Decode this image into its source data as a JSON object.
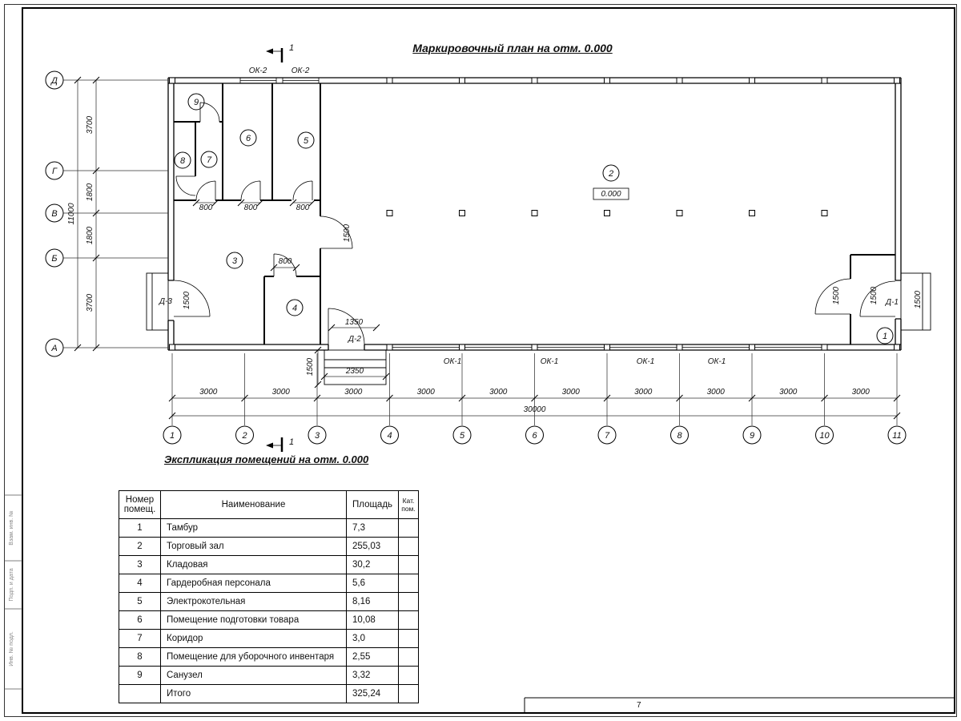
{
  "sheet": {
    "title": "Маркировочный план на отм. 0.000",
    "explication_title": "Экспликация помещений на отм. 0.000",
    "page_number": "7"
  },
  "plan": {
    "axes": {
      "rows": [
        "Д",
        "Г",
        "В",
        "Б",
        "А"
      ],
      "cols": [
        "1",
        "2",
        "3",
        "4",
        "5",
        "6",
        "7",
        "8",
        "9",
        "10",
        "11"
      ]
    },
    "dims": {
      "total_height": "11000",
      "row_segments": [
        "3700",
        "1800",
        "1800",
        "3700"
      ],
      "col_segment": "3000",
      "total_width": "30000",
      "d800": "800",
      "d1500": "1500",
      "d1350": "1350",
      "d2350": "2350"
    },
    "labels": {
      "window_ok2": "ОК-2",
      "window_ok1": "ОК-1",
      "door_d1": "Д-1",
      "door_d2": "Д-2",
      "door_d3": "Д-3",
      "elevation": "0.000",
      "section_mark": "1"
    },
    "rooms": [
      "1",
      "2",
      "3",
      "4",
      "5",
      "6",
      "7",
      "8",
      "9"
    ]
  },
  "stamp": {
    "left_labels": [
      "Взам. инв. №",
      "Подп. и дата",
      "Инв. № подл."
    ]
  },
  "table": {
    "headers": {
      "num": "Номер помещ.",
      "name": "Наименование",
      "area": "Площадь",
      "cat": "Кат. пом."
    },
    "rows": [
      {
        "num": "1",
        "name": "Тамбур",
        "area": "7,3",
        "cat": ""
      },
      {
        "num": "2",
        "name": "Торговый зал",
        "area": "255,03",
        "cat": ""
      },
      {
        "num": "3",
        "name": "Кладовая",
        "area": "30,2",
        "cat": ""
      },
      {
        "num": "4",
        "name": "Гардеробная персонала",
        "area": "5,6",
        "cat": ""
      },
      {
        "num": "5",
        "name": "Электрокотельная",
        "area": "8,16",
        "cat": ""
      },
      {
        "num": "6",
        "name": "Помещение подготовки товара",
        "area": "10,08",
        "cat": ""
      },
      {
        "num": "7",
        "name": "Коридор",
        "area": "3,0",
        "cat": ""
      },
      {
        "num": "8",
        "name": "Помещение для уборочного инвентаря",
        "area": "2,55",
        "cat": ""
      },
      {
        "num": "9",
        "name": "Санузел",
        "area": "3,32",
        "cat": ""
      },
      {
        "num": "",
        "name": "Итого",
        "area": "325,24",
        "cat": ""
      }
    ]
  }
}
